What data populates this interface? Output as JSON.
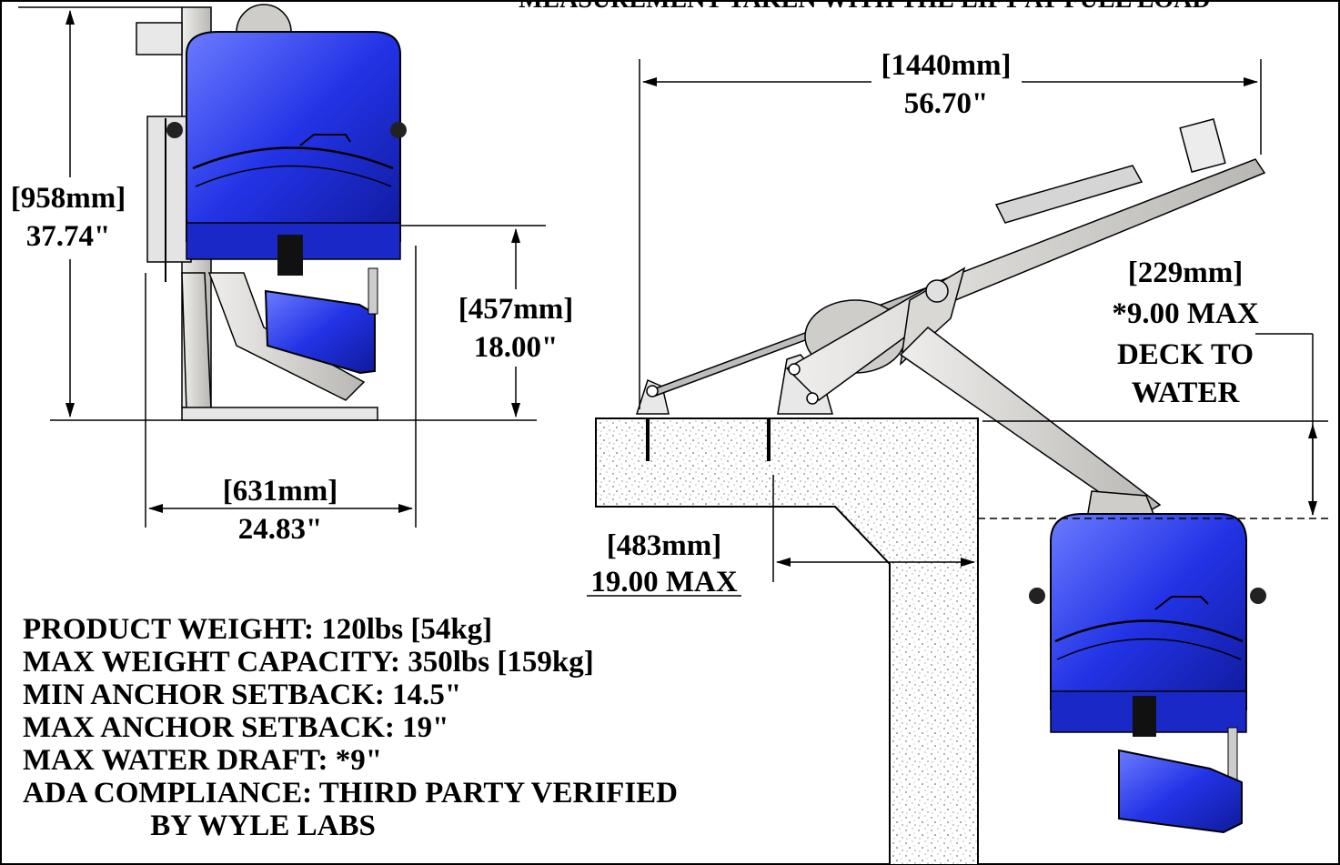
{
  "header_note": "MEASUREMENT TAKEN WITH THE LIFT AT FULL LOAD",
  "front_view": {
    "height_mm": "[958mm]",
    "height_in": "37.74\"",
    "seat_height_mm": "[457mm]",
    "seat_height_in": "18.00\"",
    "width_mm": "[631mm]",
    "width_in": "24.83\""
  },
  "side_view": {
    "length_mm": "[1440mm]",
    "length_in": "56.70\"",
    "draft_mm": "[229mm]",
    "draft_max": "*9.00 MAX",
    "draft_line1": "DECK TO",
    "draft_line2": "WATER",
    "setback_mm": "[483mm]",
    "setback_max": "19.00 MAX"
  },
  "specs": [
    "PRODUCT WEIGHT: 120lbs [54kg]",
    "MAX WEIGHT CAPACITY: 350lbs [159kg]",
    "MIN ANCHOR SETBACK: 14.5\"",
    "MAX ANCHOR SETBACK: 19\"",
    "MAX WATER DRAFT: *9\"",
    "ADA COMPLIANCE: THIRD PARTY VERIFIED",
    "                 BY WYLE LABS"
  ],
  "colors": {
    "seat_blue": "#1f2fe0",
    "seat_light": "#5a6cff",
    "frame_gray": "#d8d6d2",
    "line": "#000000"
  }
}
